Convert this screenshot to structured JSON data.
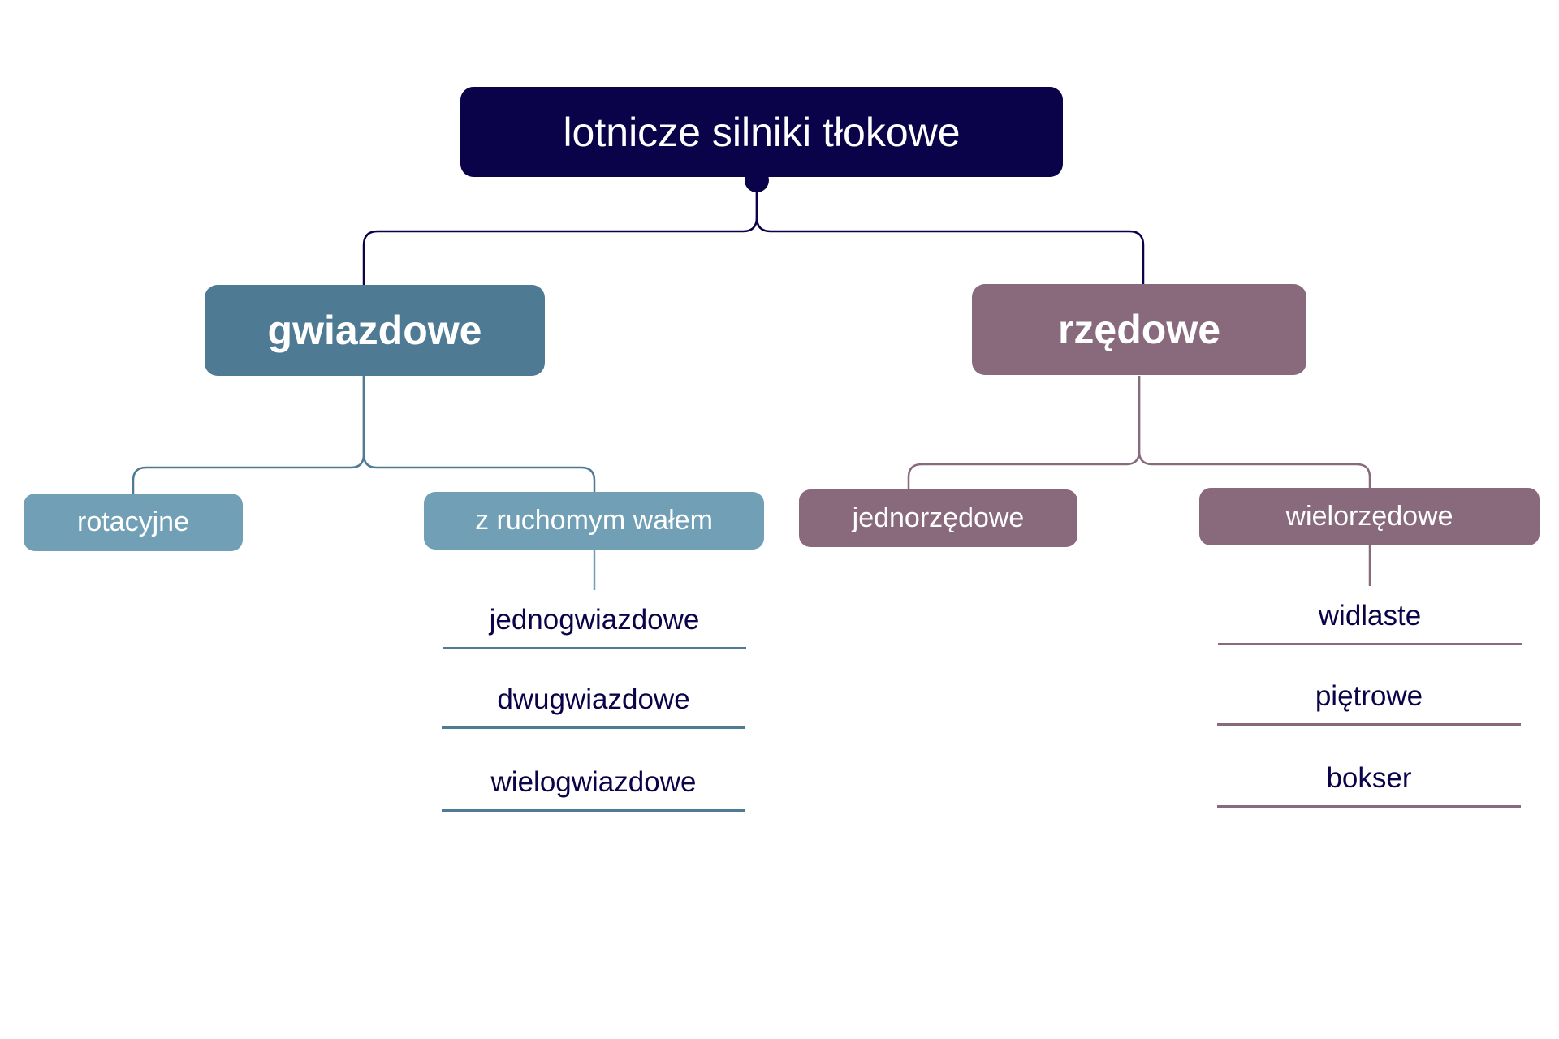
{
  "colors": {
    "root": "#0b0349",
    "radial_main": "#4e7b93",
    "radial_light": "#71a0b6",
    "inline": "#896a7d",
    "leaf_text": "#0b0349"
  },
  "root": {
    "label": "lotnicze silniki tłokowe"
  },
  "branches": {
    "radial": {
      "label": "gwiazdowe",
      "children": {
        "rotary": {
          "label": "rotacyjne"
        },
        "moving_shaft": {
          "label": "z ruchomym wałem",
          "leaves": [
            "jednogwiazdowe",
            "dwugwiazdowe",
            "wielogwiazdowe"
          ]
        }
      }
    },
    "inline": {
      "label": "rzędowe",
      "children": {
        "single_row": {
          "label": "jednorzędowe"
        },
        "multi_row": {
          "label": "wielorzędowe",
          "leaves": [
            "widlaste",
            "piętrowe",
            "bokser"
          ]
        }
      }
    }
  }
}
